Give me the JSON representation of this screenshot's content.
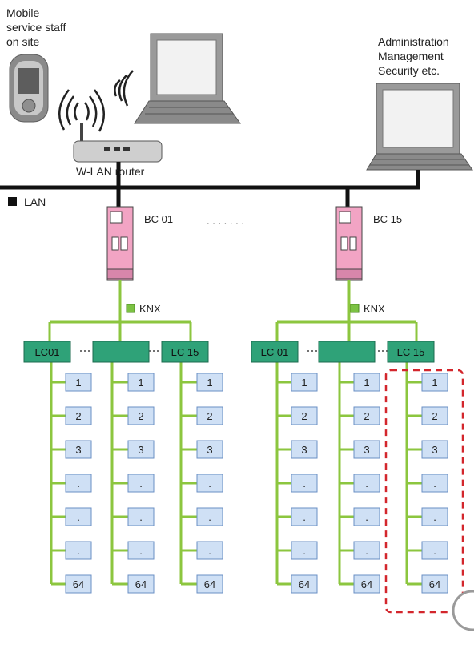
{
  "mobile_label": [
    "Mobile",
    "service staff",
    "on site"
  ],
  "admin_label": [
    "Administration",
    "Management",
    "Security etc."
  ],
  "router_label": "W-LAN router",
  "lan_label": "LAN",
  "bc_labels": [
    "BC 01",
    "BC 15"
  ],
  "bc_dots": ". . . . . . .",
  "knx_label": "KNX",
  "lc_labels": [
    "LC01",
    "",
    "LC 15",
    "LC 01",
    "",
    "LC 15"
  ],
  "device_labels": [
    "1",
    "2",
    "3",
    ".",
    ".",
    ".",
    "64"
  ],
  "colors": {
    "lan_line": "#111111",
    "knx_line": "#8cc63f",
    "lc_fill": "#2fa278",
    "device_fill": "#cfe0f5",
    "device_border": "#6a8fc4",
    "bc_fill": "#f2a4c4",
    "highlight": "#d3262c",
    "knx_marker": "#7cc243"
  }
}
